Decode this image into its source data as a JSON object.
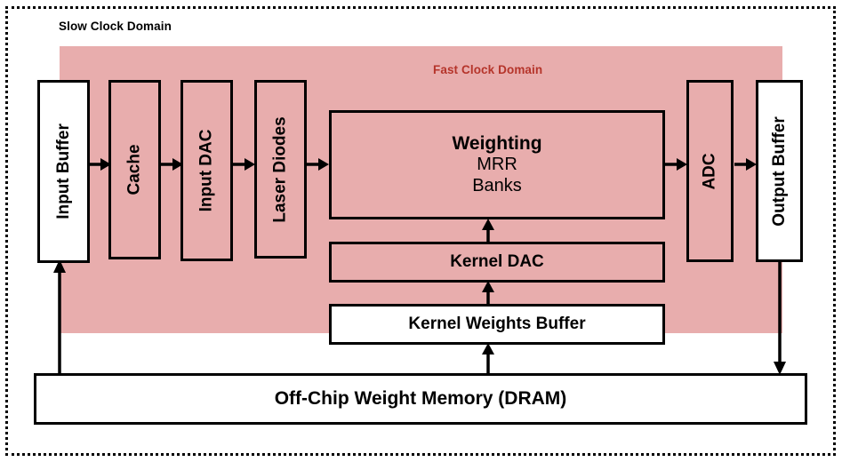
{
  "diagram": {
    "title_region": {
      "slow_domain_label": "Slow Clock Domain",
      "fast_domain_label": "Fast Clock Domain",
      "fast_domain_color": "#b5342a",
      "fast_domain_fill": "#e8adad"
    },
    "blocks": [
      {
        "id": "input-buffer",
        "label": "Input Buffer",
        "orientation": "vertical"
      },
      {
        "id": "cache",
        "label": "Cache",
        "orientation": "vertical"
      },
      {
        "id": "input-dac",
        "label": "Input DAC",
        "orientation": "vertical"
      },
      {
        "id": "laser-diodes",
        "label": "Laser Diodes",
        "orientation": "vertical"
      },
      {
        "id": "weighting",
        "label": "Weighting",
        "line2": "MRR",
        "line3": "Banks",
        "orientation": "horizontal"
      },
      {
        "id": "adc",
        "label": "ADC",
        "orientation": "vertical"
      },
      {
        "id": "output-buffer",
        "label": "Output Buffer",
        "orientation": "vertical"
      },
      {
        "id": "kernel-dac",
        "label": "Kernel DAC",
        "orientation": "horizontal"
      },
      {
        "id": "kernel-weights",
        "label": "Kernel Weights Buffer",
        "orientation": "horizontal"
      },
      {
        "id": "dram",
        "label": "Off-Chip Weight Memory (DRAM)",
        "orientation": "horizontal"
      }
    ]
  }
}
